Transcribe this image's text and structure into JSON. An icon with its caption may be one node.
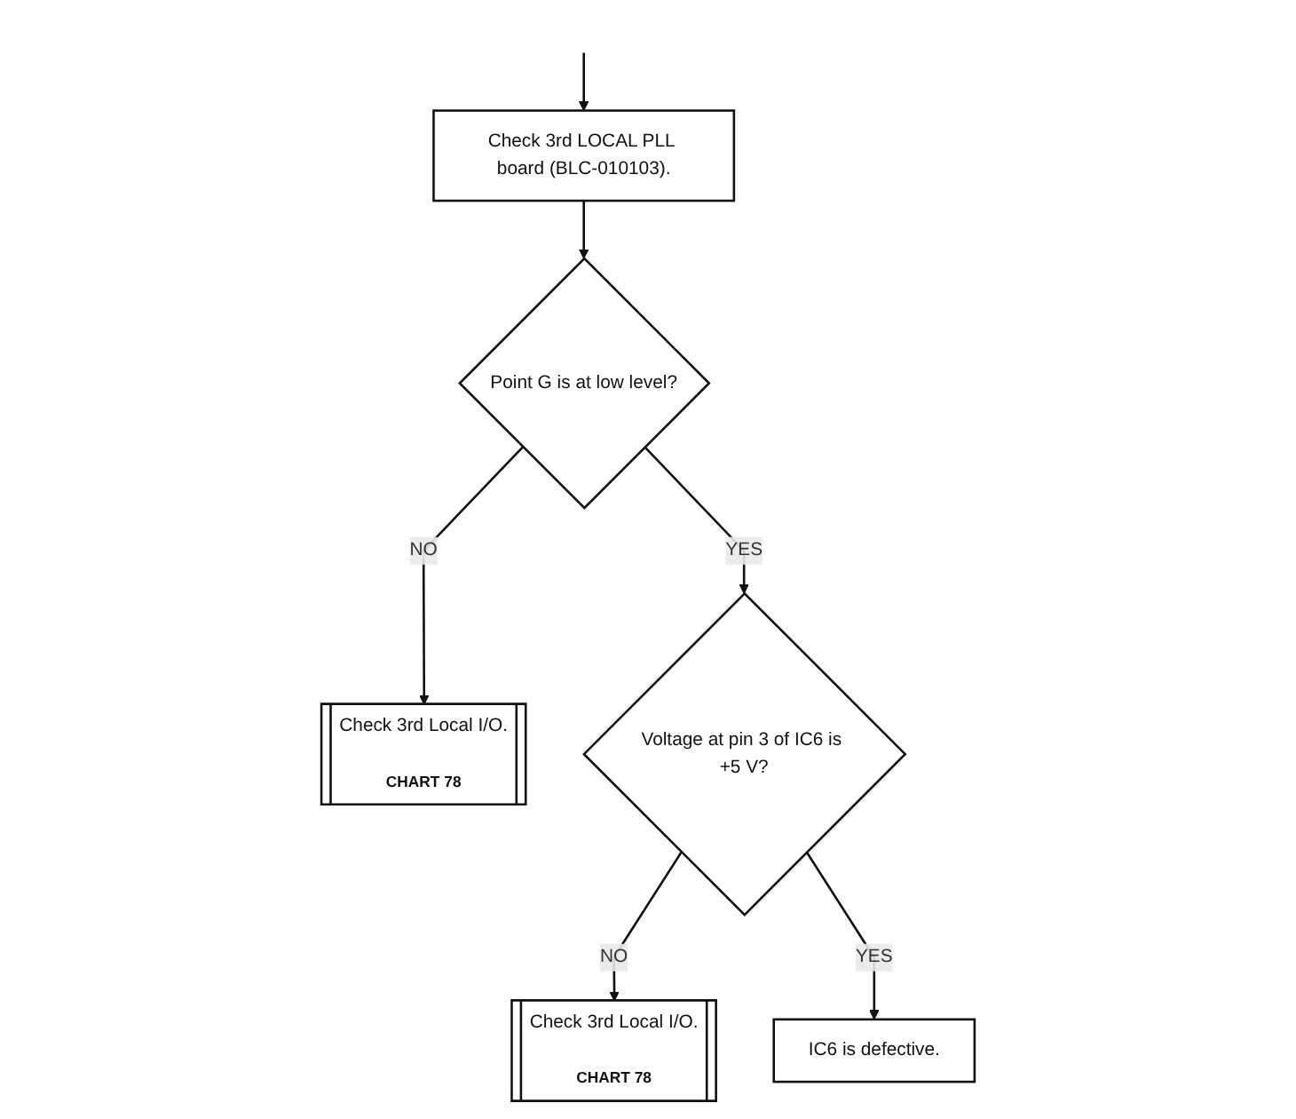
{
  "diagram": {
    "nodes": [
      {
        "text": [
          "Check 3rd LOCAL PLL board (BLC-010103)."
        ]
      },
      {
        "text": [
          "Point G is at low level?"
        ]
      },
      {
        "text": [
          "Check 3rd Local I/O."
        ],
        "beside": [
          "CHART 78"
        ]
      },
      {
        "text": [
          "Voltage at pin 3 of IC6 is +5 V?"
        ]
      },
      {
        "text": [
          "Check 3rd Local I/O."
        ],
        "beside": [
          "CHART 78"
        ]
      },
      {
        "text": [
          "IC6 is defective."
        ]
      }
    ],
    "edges": [
      {
        "from": null,
        "to": 0,
        "arrow": "to"
      },
      {
        "from": 0,
        "to": 1,
        "arrow": "to"
      },
      {
        "from": 1,
        "to": 2,
        "arrow": "to",
        "label": "NO"
      },
      {
        "from": 1,
        "to": 3,
        "arrow": "to",
        "label": "YES"
      },
      {
        "from": 3,
        "to": 4,
        "arrow": "to",
        "label": "NO"
      },
      {
        "from": 3,
        "to": 5,
        "arrow": "to",
        "label": "YES"
      }
    ]
  }
}
